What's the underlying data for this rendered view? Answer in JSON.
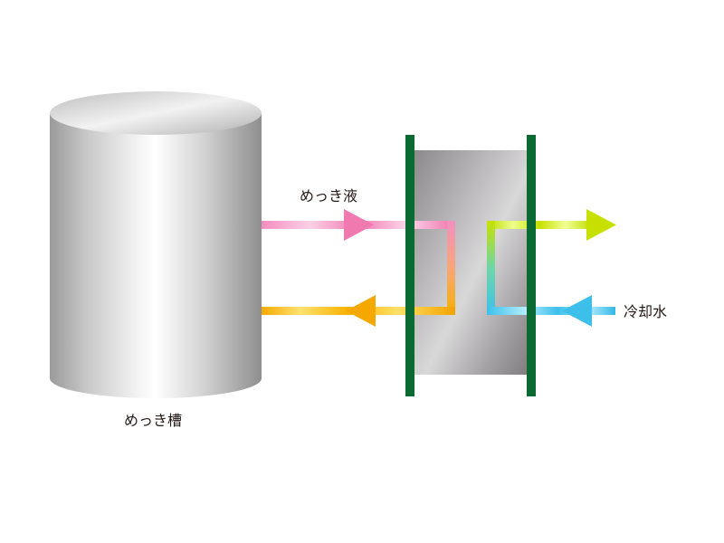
{
  "labels": {
    "tank": "めっき槽",
    "plating_solution": "めっき液",
    "cooling_water": "冷却水"
  },
  "colors": {
    "plate_green": "#0b6a32",
    "hot_pink": "#f07ab0",
    "warm_orange": "#f5a800",
    "yellow_green": "#c8e000",
    "cool_cyan": "#3cc0ea"
  }
}
